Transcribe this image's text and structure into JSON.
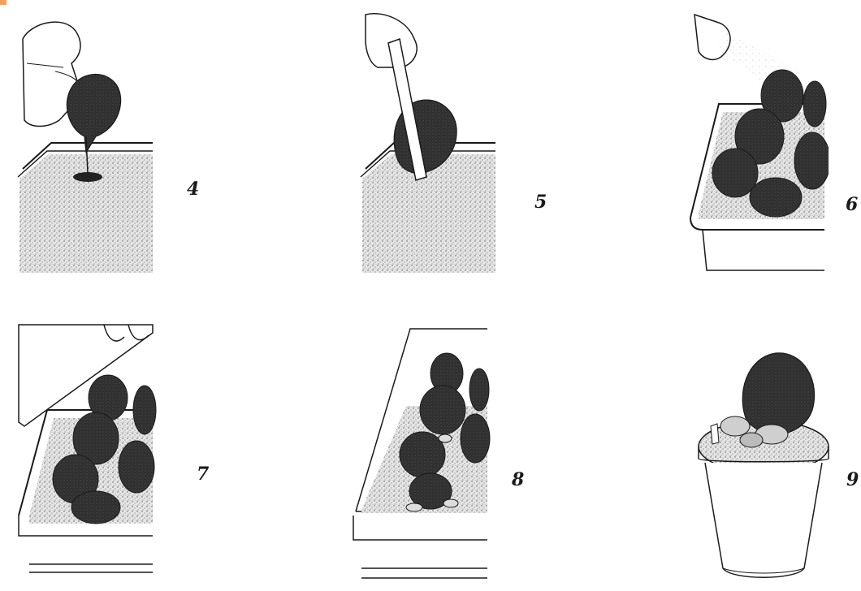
{
  "steps": [
    {
      "number": "4"
    },
    {
      "number": "5"
    },
    {
      "number": "6"
    },
    {
      "number": "7"
    },
    {
      "number": "8"
    },
    {
      "number": "9"
    }
  ],
  "colors": {
    "ink": "#1a1a1a",
    "soil": "#c9c9c9",
    "leaf": "#2e2e2e",
    "paper": "#ffffff"
  }
}
